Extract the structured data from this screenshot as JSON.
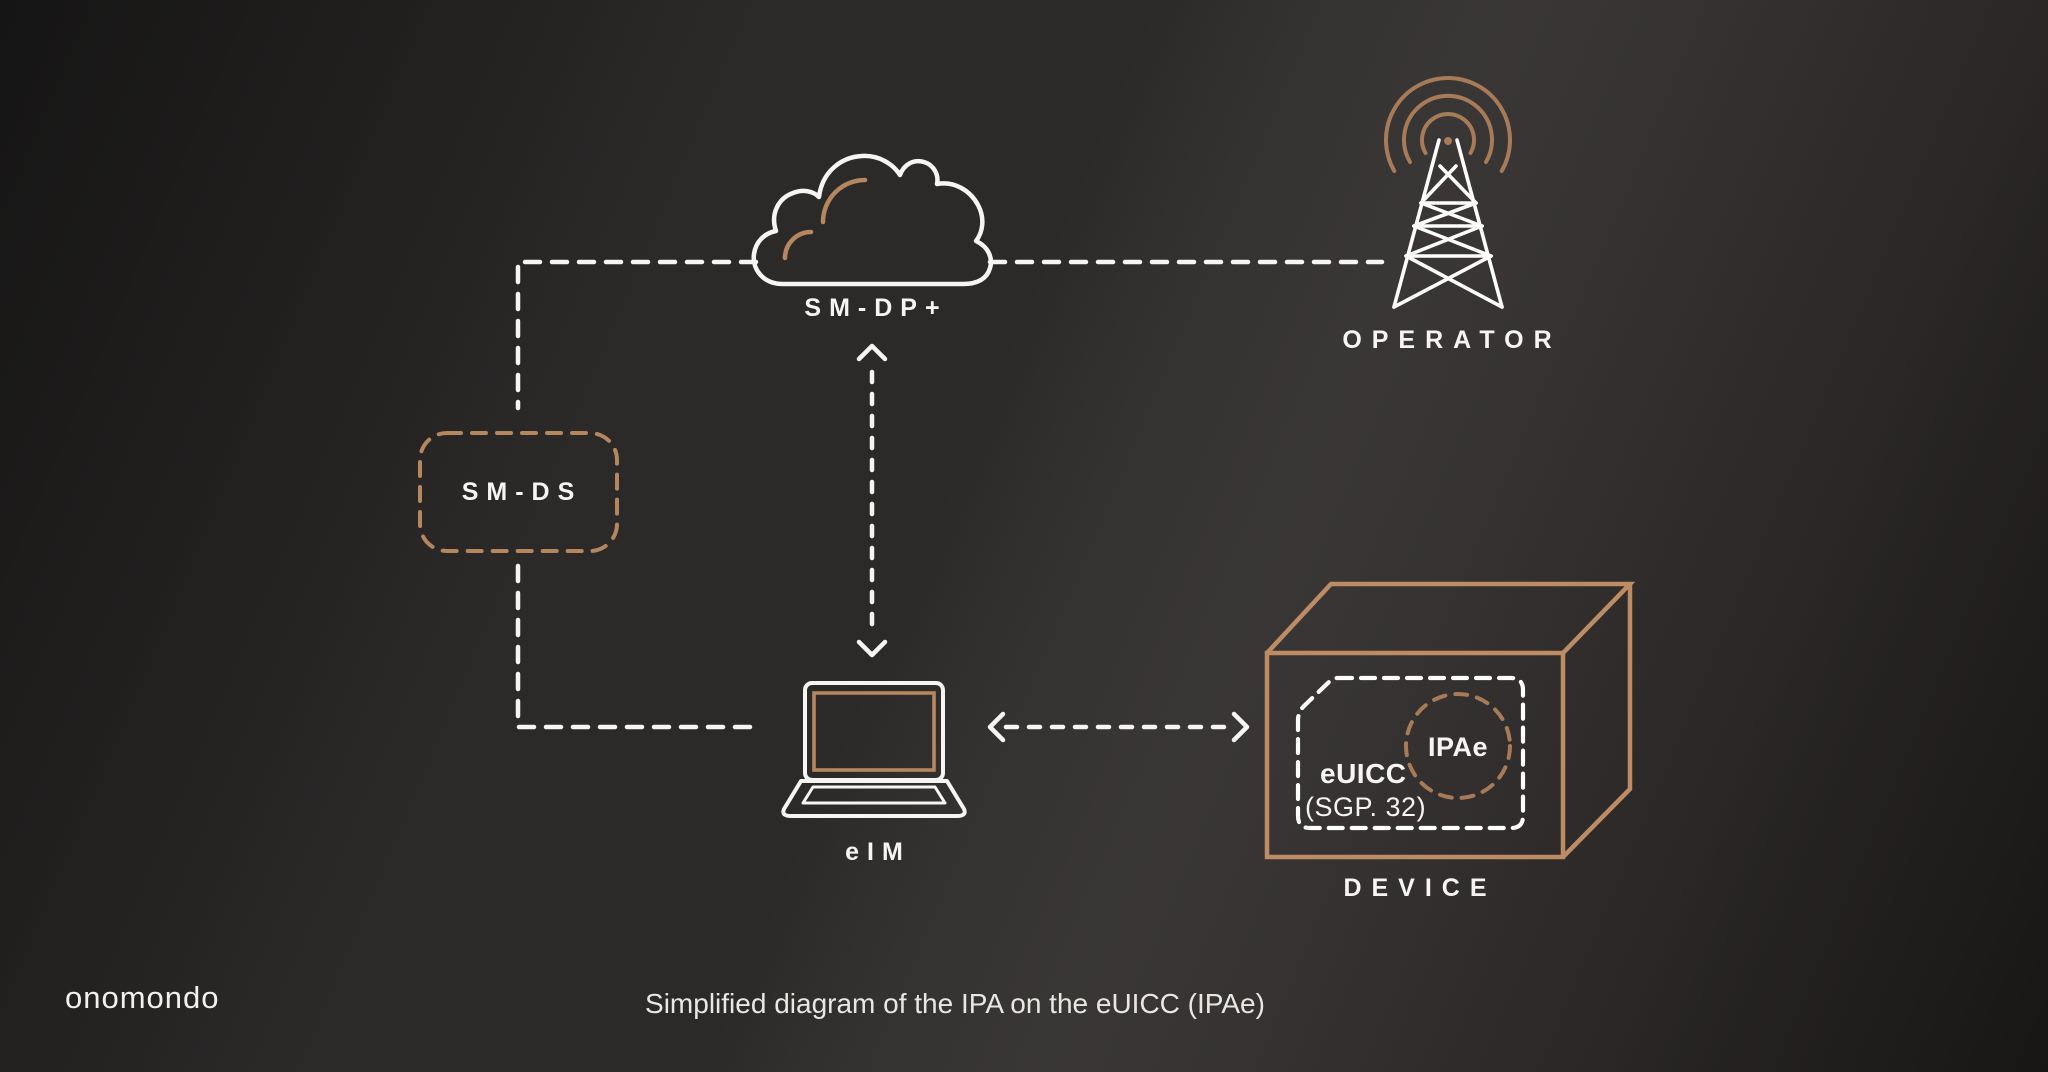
{
  "brand": {
    "logo": "onomondo"
  },
  "caption": "Simplified diagram of the IPA on the eUICC (IPAe)",
  "colors": {
    "background_light": "#343231",
    "background_dark": "#191817",
    "line_white": "#f6f5f3",
    "accent_copper": "#b4875f",
    "caption_text": "#e9e7e4"
  },
  "nodes": {
    "sm_dp": {
      "label": "SM-DP+",
      "icon": "cloud-icon"
    },
    "operator": {
      "label": "OPERATOR",
      "icon": "radio-tower-icon"
    },
    "sm_ds": {
      "label": "SM-DS",
      "shape": "dashed-rounded-box"
    },
    "eim": {
      "label": "eIM",
      "icon": "laptop-icon"
    },
    "device": {
      "label": "DEVICE",
      "shape": "copper-3d-box",
      "euicc": {
        "label": "eUICC",
        "spec": "(SGP. 32)",
        "shape": "dashed-sim-card"
      },
      "ipae": {
        "label": "IPAe",
        "shape": "dashed-circle"
      }
    }
  },
  "connections": [
    {
      "from": "SM-DP+",
      "to": "SM-DS",
      "style": "dashed",
      "arrows": "none"
    },
    {
      "from": "SM-DP+",
      "to": "OPERATOR",
      "style": "dashed",
      "arrows": "none"
    },
    {
      "from": "SM-DP+",
      "to": "eIM",
      "style": "dashed",
      "arrows": "both"
    },
    {
      "from": "SM-DS",
      "to": "eIM",
      "style": "dashed",
      "arrows": "none"
    },
    {
      "from": "eIM",
      "to": "DEVICE",
      "style": "dashed",
      "arrows": "both"
    }
  ]
}
